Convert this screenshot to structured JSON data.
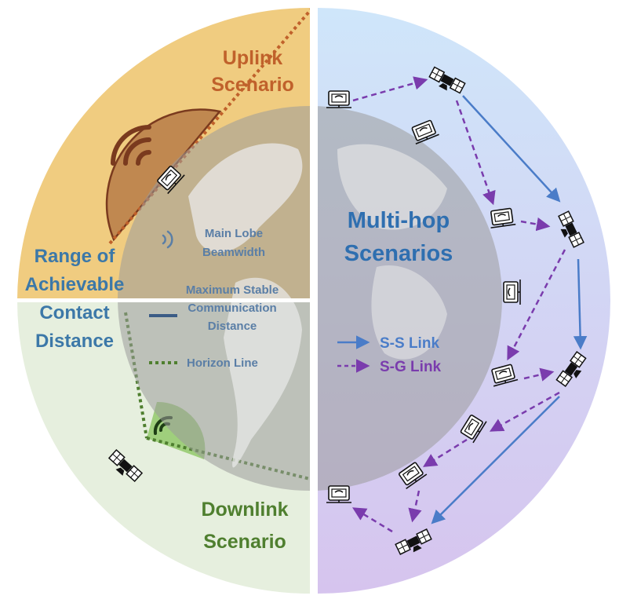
{
  "quadrants": {
    "uplink": {
      "title_line1": "Uplink",
      "title_line2": "Scenario",
      "color": "#c0612b",
      "fill": "#f0cc80"
    },
    "multihop": {
      "title_line1": "Multi-hop",
      "title_line2": "Scenarios",
      "color": "#2f6fb0"
    },
    "downlink": {
      "title_line1": "Downlink",
      "title_line2": "Scenario",
      "color": "#4f7f2f",
      "fill": "#e6efde"
    },
    "range": {
      "line1": "Range of",
      "line2": "Achievable",
      "line3": "Contact",
      "line4": "Distance",
      "color": "#3c78a8"
    }
  },
  "legend": {
    "main_lobe_line1": "Main Lobe",
    "main_lobe_line2": "Beamwidth",
    "max_stable_line1": "Maximum Stable",
    "max_stable_line2": "Communication",
    "max_stable_line3": "Distance",
    "horizon": "Horizon Line",
    "text_color": "#5a7ea6"
  },
  "links": {
    "ss_label": "S-S Link",
    "sg_label": "S-G Link",
    "ss_color": "#4a7cc8",
    "sg_color": "#7a3cad"
  },
  "icons": {
    "satellite": "satellite-icon",
    "ground_station": "ground-station-icon",
    "signal": "signal-waves-icon"
  }
}
